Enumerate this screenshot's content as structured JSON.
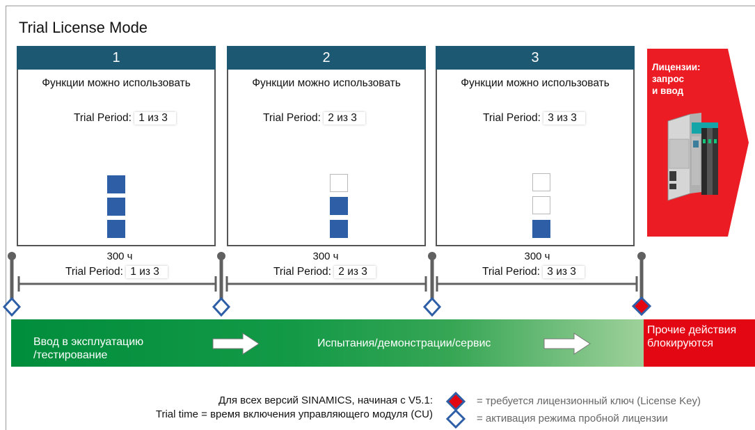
{
  "title": "Trial License Mode",
  "phases": [
    {
      "number": "1",
      "functions": "Функции можно использовать",
      "trial_label": "Trial Period:",
      "trial_value": "1 из 3",
      "used_units": 3,
      "hours": "300 ч"
    },
    {
      "number": "2",
      "functions": "Функции можно использовать",
      "trial_label": "Trial Period:",
      "trial_value": "2 из 3",
      "used_units": 2,
      "hours": "300 ч"
    },
    {
      "number": "3",
      "functions": "Функции можно использовать",
      "trial_label": "Trial Period:",
      "trial_value": "3 из 3",
      "used_units": 1,
      "hours": "300 ч"
    }
  ],
  "license_box": {
    "line1": "Лицензии:",
    "line2": "запрос",
    "line3": "и ввод"
  },
  "bar": {
    "stage1_line1": "Ввод в эксплуатацию",
    "stage1_line2": "/тестирование",
    "stage2": "Испытания/демонстрации/сервис",
    "blocked_line1": "Прочие действия",
    "blocked_line2": "блокируются"
  },
  "footnote": {
    "line1": "Для всех версий SINAMICS, начиная с V5.1:",
    "line2": "Trial time = время включения управляющего модуля (CU)"
  },
  "legend": {
    "red": "= требуется лицензионный ключ (License Key)",
    "blue": "= активация режима пробной лицензии"
  },
  "colors": {
    "header": "#1d5873",
    "used_unit": "#2e5fa6",
    "license_red": "#ec1c24",
    "milestone_blue": "#2e5fa6",
    "green": "#008d3c"
  }
}
